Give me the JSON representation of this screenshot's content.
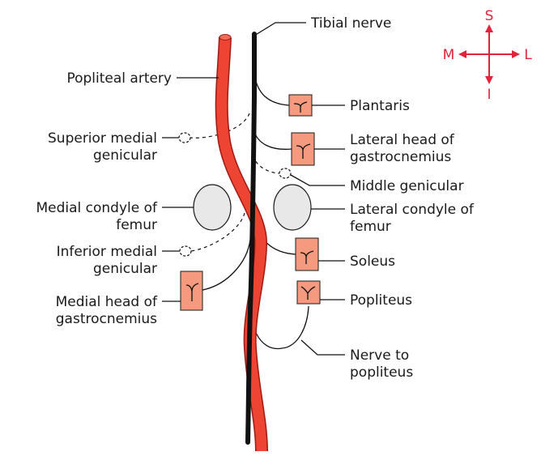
{
  "colors": {
    "artery": "#ee4433",
    "artery_outline": "#9e1a12",
    "nerve": "#111111",
    "muscle": "#f59a7e",
    "condyle": "#e8e8e8",
    "compass": "#e2233b",
    "leader": "#111111"
  },
  "labels": {
    "tibial_nerve": "Tibial nerve",
    "popliteal_artery": "Popliteal artery",
    "plantaris": "Plantaris",
    "lateral_head_1": "Lateral head of",
    "lateral_head_2": "gastrocnemius",
    "middle_genicular": "Middle genicular",
    "superior_medial_1": "Superior medial",
    "superior_medial_2": "genicular",
    "medial_condyle_1": "Medial condyle of",
    "medial_condyle_2": "femur",
    "lateral_condyle_1": "Lateral condyle of",
    "lateral_condyle_2": "femur",
    "inferior_medial_1": "Inferior medial",
    "inferior_medial_2": "genicular",
    "soleus": "Soleus",
    "medial_head_1": "Medial head of",
    "medial_head_2": "gastrocnemius",
    "popliteus": "Popliteus",
    "nerve_to_popliteus_1": "Nerve to",
    "nerve_to_popliteus_2": "popliteus"
  },
  "compass": {
    "superior": "S",
    "inferior": "I",
    "medial": "M",
    "lateral": "L"
  },
  "icons": {
    "muscle_box": "muscle-block-icon",
    "branch": "nerve-branch-icon",
    "cut_vessel": "cut-vessel-end-icon",
    "condyle": "bone-condyle-icon"
  }
}
